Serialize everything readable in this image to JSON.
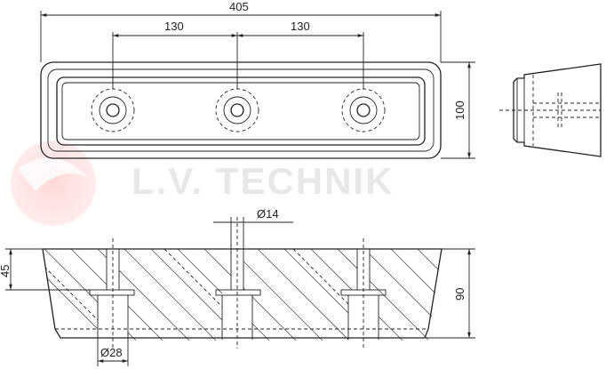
{
  "watermark": {
    "text": "L.V. TECHNIK",
    "brand_color": "#e53935"
  },
  "dimensions": {
    "total_length": "405",
    "spacing_left": "130",
    "spacing_right": "130",
    "width": "100",
    "height_total": "90",
    "height_top": "45",
    "bolt_diameter": "Ø14",
    "counterbore_diameter": "Ø28"
  },
  "colors": {
    "line": "#222222",
    "watermark_text": "#e8e8e8"
  }
}
